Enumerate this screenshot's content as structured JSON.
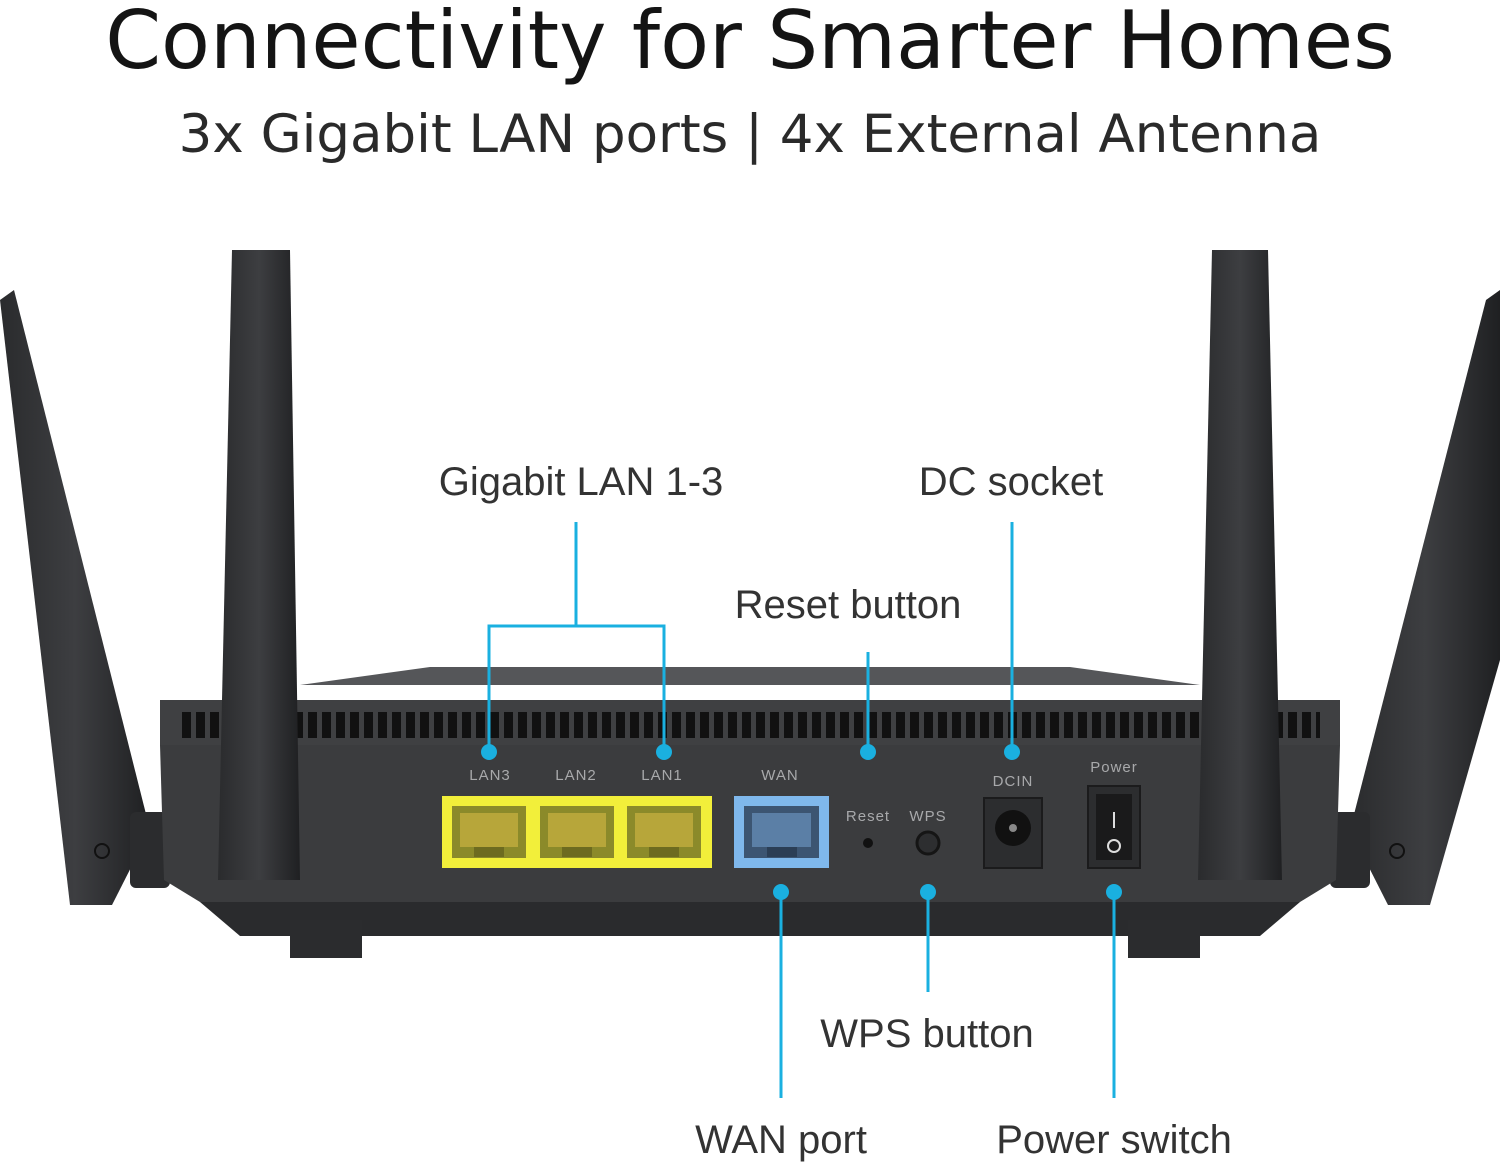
{
  "header": {
    "title": "Connectivity for Smarter Homes",
    "subtitle": "3x Gigabit LAN ports | 4x External Antenna"
  },
  "callouts": {
    "lan": "Gigabit LAN 1-3",
    "dc": "DC socket",
    "reset": "Reset button",
    "wps": "WPS button",
    "wan": "WAN port",
    "power": "Power switch"
  },
  "panel_labels": {
    "lan3": "LAN3",
    "lan2": "LAN2",
    "lan1": "LAN1",
    "wan": "WAN",
    "reset": "Reset",
    "wps": "WPS",
    "dcin": "DCIN",
    "power": "Power"
  },
  "colors": {
    "accent": "#1ab0e0",
    "lan_port": "#f2ef3a",
    "wan_port": "#7fb8ec",
    "router_body": "#3b3c3e"
  }
}
